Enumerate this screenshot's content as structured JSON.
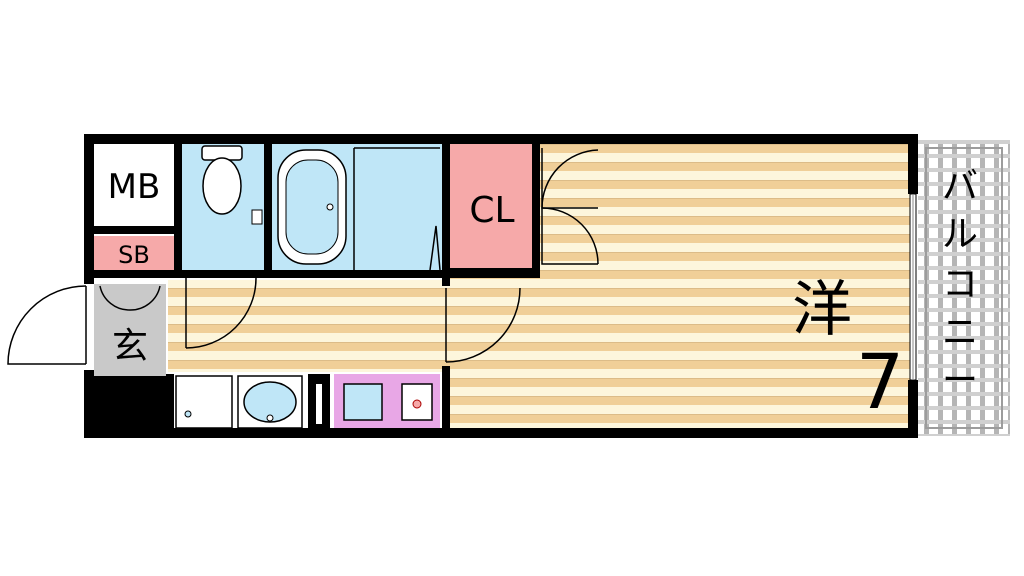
{
  "floorplan": {
    "labels": {
      "mb": "MB",
      "sb": "SB",
      "cl": "CL",
      "entrance": "玄",
      "room_type": "洋",
      "room_size": "7",
      "balcony": [
        "バ",
        "ル",
        "コ",
        "ニ",
        "ー"
      ]
    },
    "colors": {
      "wall": "#000000",
      "floor_stripe": "#f0cf98",
      "floor_light": "#fdf6dc",
      "wet_area": "#bfe6f7",
      "closet": "#f6a9a9",
      "storage_box": "#f6a9a9",
      "kitchen": "#e8a7e6",
      "entrance_floor": "#c9c9c9",
      "balcony_grid": "#9c9c9c"
    },
    "icons": [
      "toilet-icon",
      "bathtub-icon",
      "washbasin-icon",
      "washing-machine-icon",
      "stove-icon",
      "sink-icon"
    ]
  }
}
